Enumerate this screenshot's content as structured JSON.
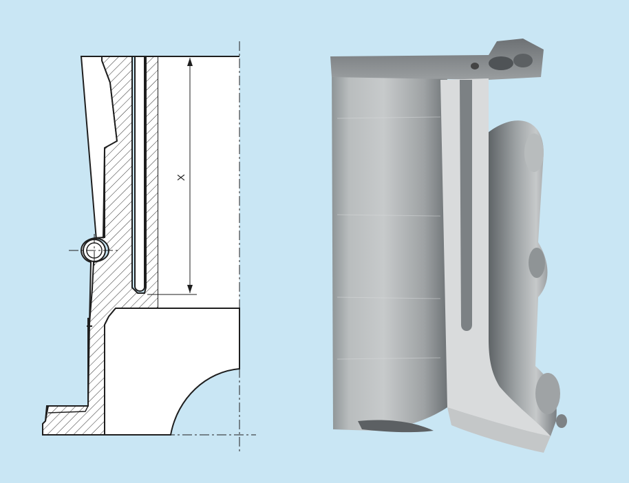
{
  "figure": {
    "dimension_label": "X",
    "colors": {
      "background": "#c9e6f4",
      "drawing_line": "#1e1e1e",
      "hatch": "#2b2b2b",
      "metal_light": "#d7d9da",
      "metal_dark": "#6e7376"
    },
    "left_panel": "cross-section-drawing",
    "right_panel": "cutaway-photo-of-cylinder-liner"
  }
}
